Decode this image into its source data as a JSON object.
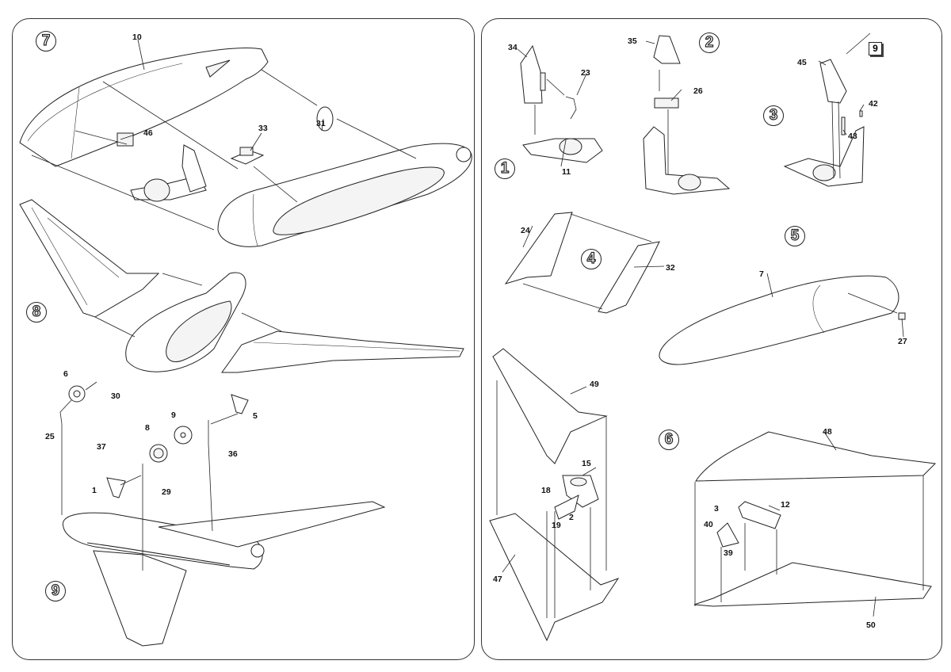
{
  "document": {
    "type": "model kit assembly instructions",
    "panels": [
      {
        "id": "left",
        "steps": [
          "7",
          "8",
          "9"
        ]
      },
      {
        "id": "right",
        "steps": [
          "1",
          "2",
          "3",
          "4",
          "5",
          "6"
        ]
      }
    ]
  },
  "steps": {
    "s1": "1",
    "s2": "2",
    "s3": "3",
    "s4": "4",
    "s5": "5",
    "s6": "6",
    "s7": "7",
    "s8": "8",
    "s9": "9"
  },
  "reference_box": {
    "label": "9"
  },
  "parts": {
    "step7": [
      "10",
      "46",
      "33",
      "31"
    ],
    "step9": [
      "6",
      "30",
      "25",
      "37",
      "9",
      "5",
      "8",
      "36",
      "1",
      "29"
    ],
    "step1": [
      "34",
      "23",
      "11"
    ],
    "step2": [
      "35",
      "26"
    ],
    "step3": [
      "45",
      "42",
      "43"
    ],
    "step4": [
      "24",
      "32"
    ],
    "step5": [
      "7",
      "27"
    ],
    "step6_left": [
      "49",
      "15",
      "18",
      "2",
      "19",
      "47"
    ],
    "step6_right": [
      "48",
      "12",
      "3",
      "40",
      "39",
      "50"
    ]
  }
}
